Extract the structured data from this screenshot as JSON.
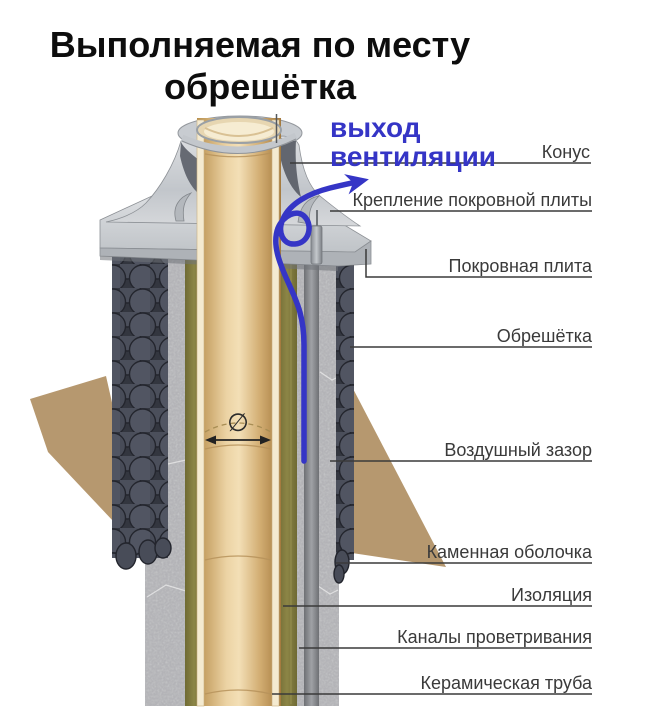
{
  "title": {
    "line1": "Выполняемая по месту",
    "line2": "обрешётка"
  },
  "annotation": {
    "line1": "выход",
    "line2": "вентиляции",
    "color": "#3535c6"
  },
  "labels": [
    {
      "text": "Конус"
    },
    {
      "text": "Крепление покровной плиты"
    },
    {
      "text": "Покровная плита"
    },
    {
      "text": "Обрешётка"
    },
    {
      "text": "Воздушный зазор"
    },
    {
      "text": "Каменная оболочка"
    },
    {
      "text": "Изоляция"
    },
    {
      "text": "Каналы проветривания"
    },
    {
      "text": "Керамическая труба"
    }
  ],
  "diameter_symbol": "∅",
  "colors": {
    "arrow_blue": "#3535c6",
    "pipe_tan": "#e8cd9c",
    "pipe_cut_cream": "#f4ead0",
    "insulation_olive": "#837c41",
    "shingle_slate": "#4b4f5b",
    "roof_plane": "#b6986f",
    "stone_shell": "#c6c7c9",
    "metal_gray": "#cfd3d7",
    "leader_line": "#3a3a3a"
  }
}
